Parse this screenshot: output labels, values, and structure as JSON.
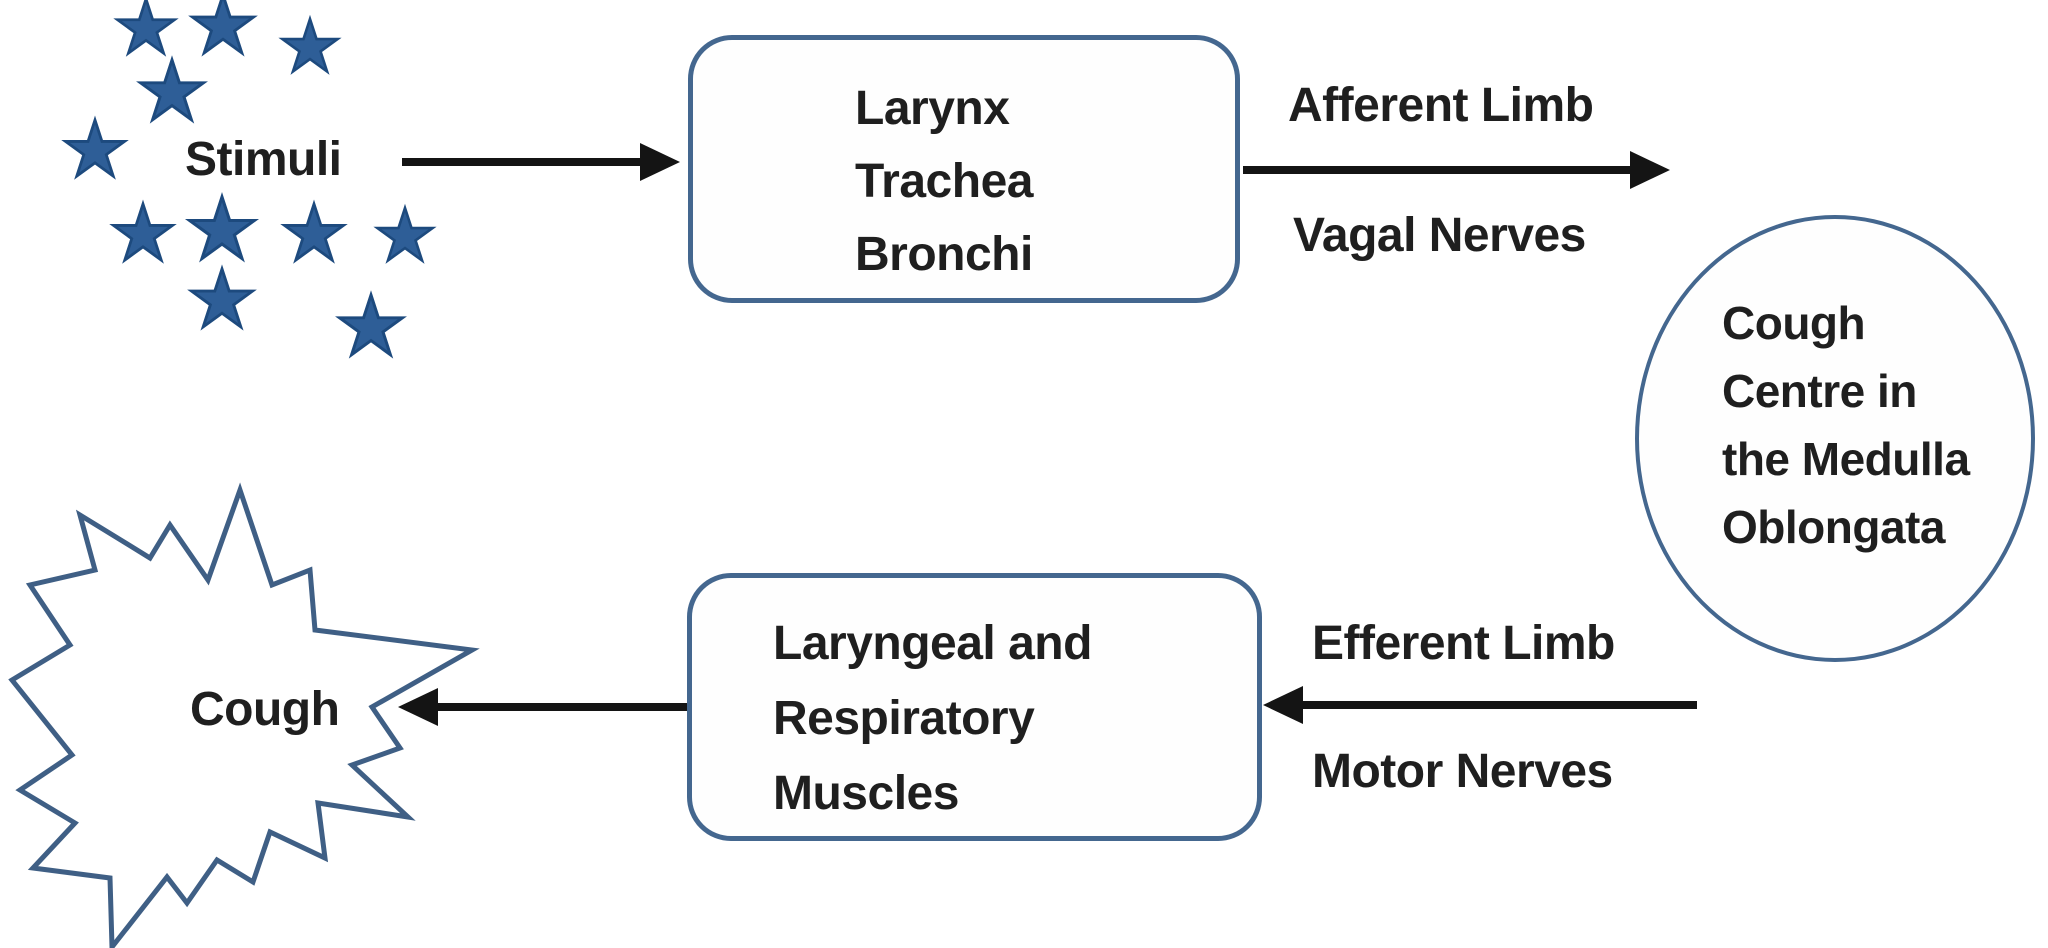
{
  "title": "Cough reflex pathway diagram",
  "colors": {
    "bg": "#ffffff",
    "outline": "#44678F",
    "outline2": "#3F5F85",
    "star": "#2E5E97",
    "starEdge": "#1d4a7e",
    "text": "#1f1f1f",
    "arrow": "#141414"
  },
  "stimuli": {
    "label": "Stimuli",
    "star_icon": "star-icon",
    "star_count": 11
  },
  "box1": {
    "lines": [
      "Larynx",
      "Trachea",
      "Bronchi"
    ]
  },
  "afferent_arrow": {
    "label_top": "Afferent Limb",
    "label_bottom": "Vagal Nerves",
    "direction": "right"
  },
  "cough_centre": {
    "lines": [
      "Cough",
      "Centre in",
      "the Medulla",
      "Oblongata"
    ]
  },
  "efferent_arrow": {
    "label_top": "Efferent Limb",
    "label_bottom": "Motor Nerves",
    "direction": "left"
  },
  "box2": {
    "lines": [
      "Laryngeal and",
      "Respiratory",
      "Muscles"
    ]
  },
  "cough_burst": {
    "label": "Cough",
    "shape": "explosion-starburst-icon"
  }
}
